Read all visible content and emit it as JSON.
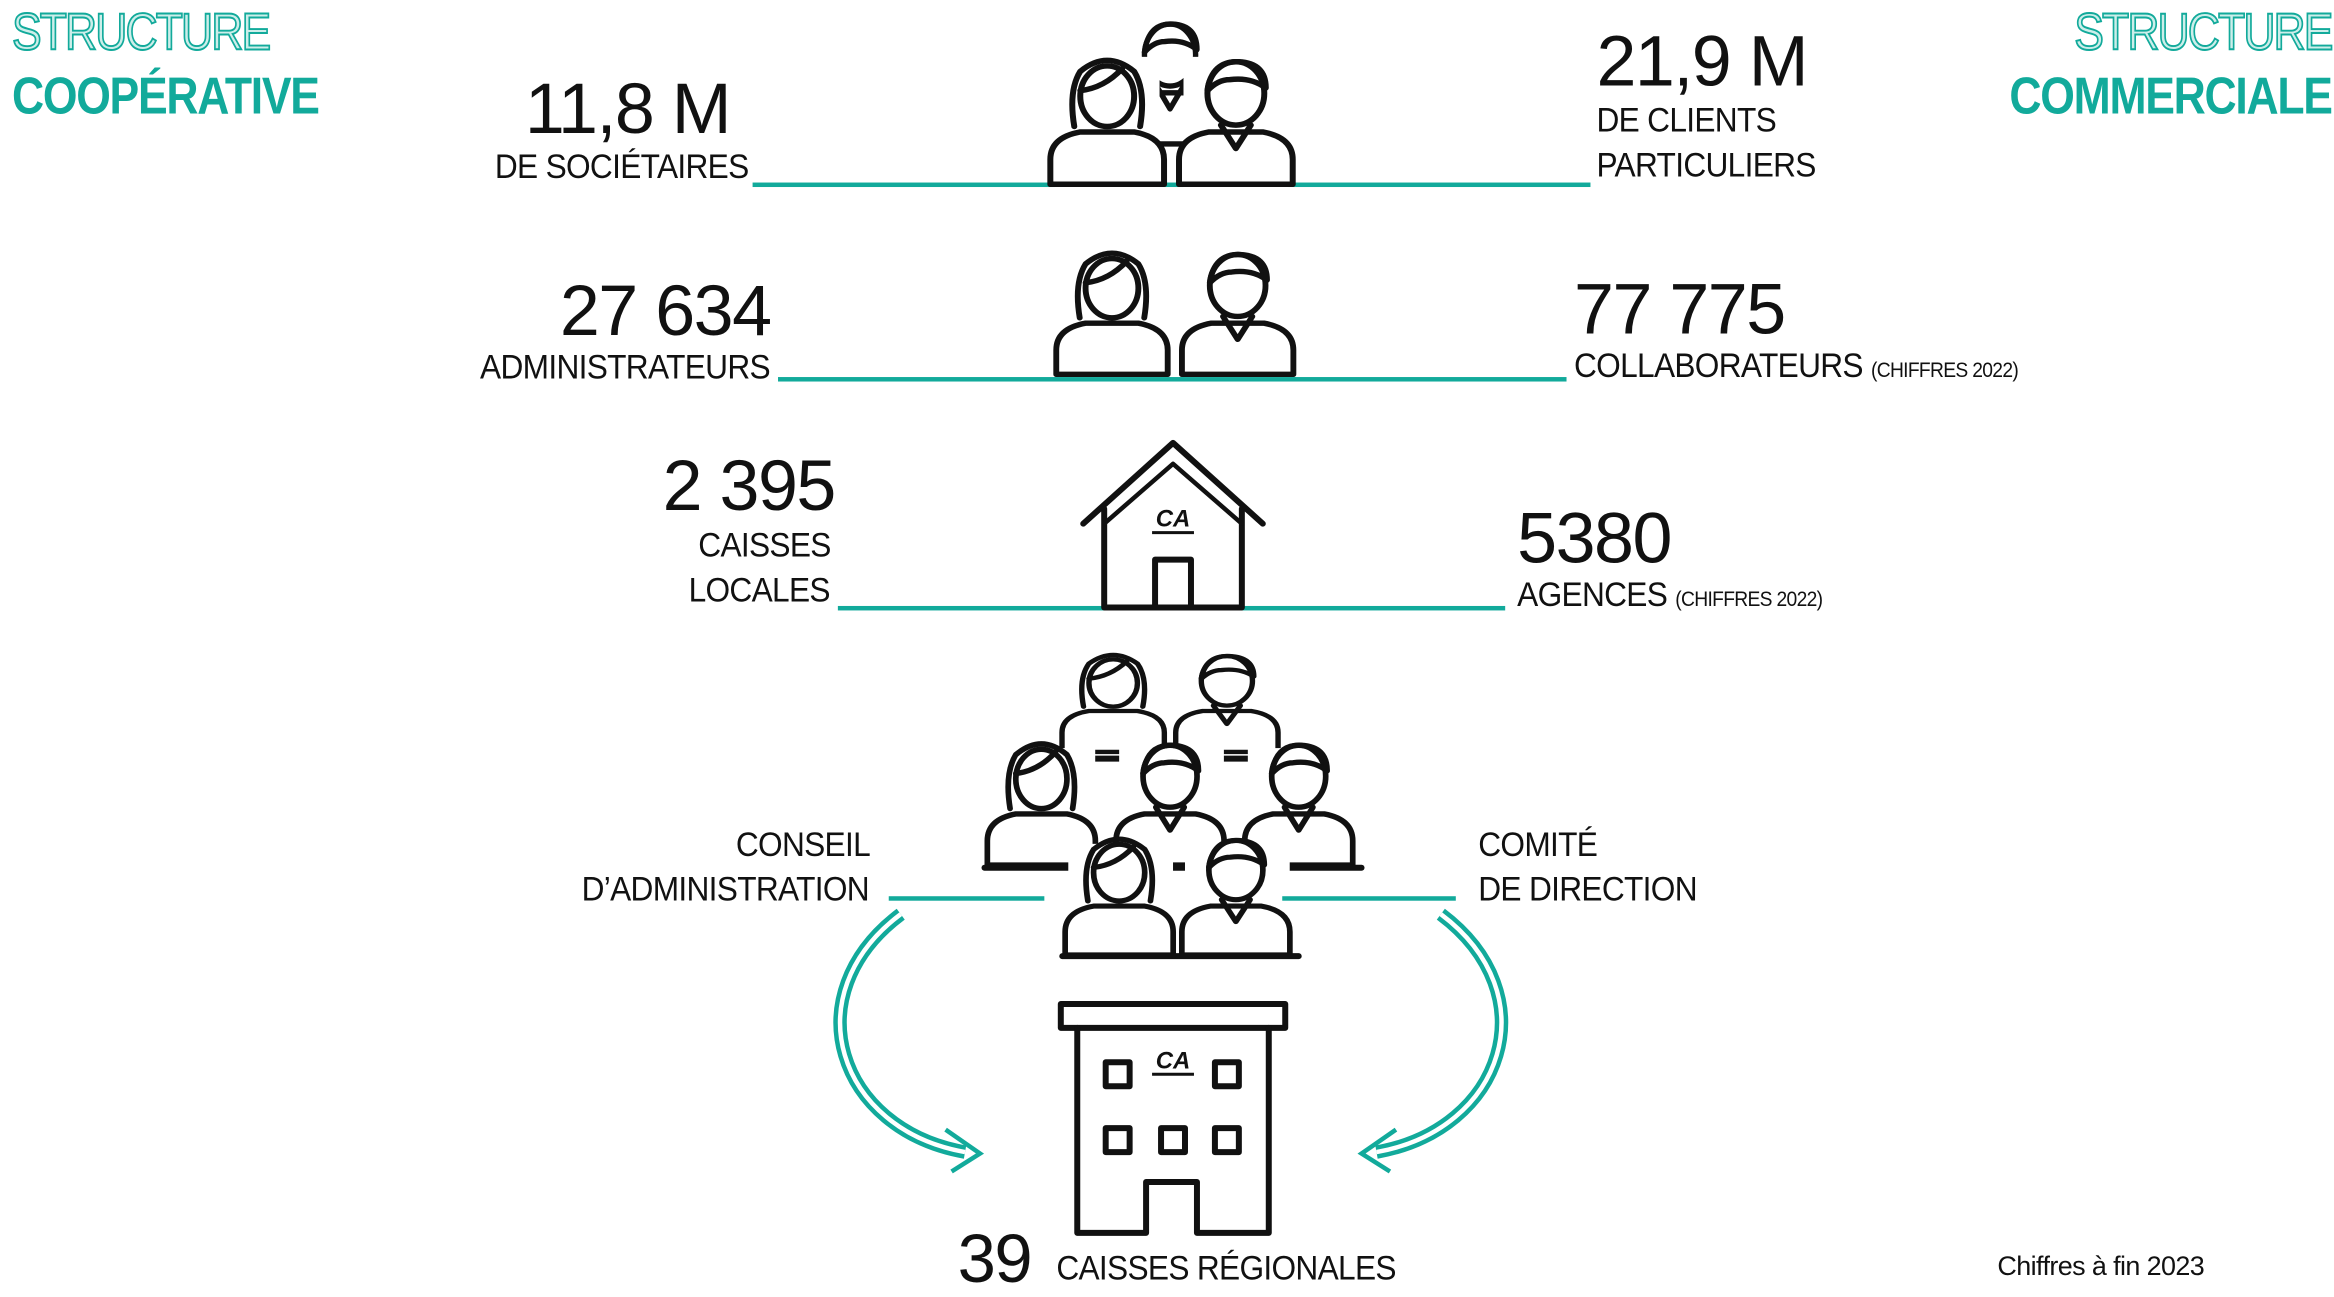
{
  "left_title": {
    "line1": "STRUCTURE",
    "line2": "COOPÉRATIVE"
  },
  "right_title": {
    "line1": "STRUCTURE",
    "line2": "COMMERCIALE"
  },
  "rows": [
    {
      "left_value": "11,8 M",
      "left_label": [
        "DE SOCIÉTAIRES"
      ],
      "right_value": "21,9 M",
      "right_label": [
        "DE CLIENTS",
        "PARTICULIERS"
      ],
      "right_note": ""
    },
    {
      "left_value": "27 634",
      "left_label": [
        "ADMINISTRATEURS"
      ],
      "right_value": "77 775",
      "right_label": [
        "COLLABORATEURS"
      ],
      "right_note": "(CHIFFRES 2022)"
    },
    {
      "left_value": "2 395",
      "left_label": [
        "CAISSES",
        "LOCALES"
      ],
      "right_value": "5380",
      "right_label": [
        "AGENCES"
      ],
      "right_note": "(CHIFFRES 2022)"
    }
  ],
  "governance": {
    "left": [
      "CONSEIL",
      "D’ADMINISTRATION"
    ],
    "right": [
      "COMITÉ",
      "DE DIRECTION"
    ]
  },
  "bottom": {
    "value": "39",
    "label": "CAISSES RÉGIONALES"
  },
  "footnote": "Chiffres à fin 2023",
  "logo_text": "CA",
  "colors": {
    "accent": "#12aa9b",
    "text": "#111111"
  }
}
